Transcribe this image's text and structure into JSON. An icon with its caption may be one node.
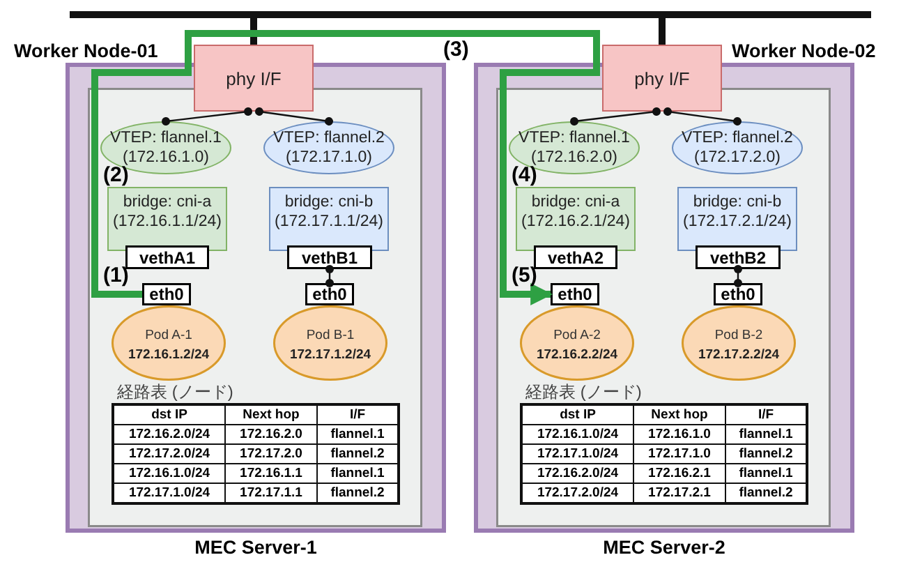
{
  "diagram": {
    "nodes": [
      {
        "text": [],
        "shape": "bar"
      },
      {
        "text": [
          "Worker Node-01",
          "MEC Server-1"
        ]
      },
      {
        "text": [],
        "shape": "box",
        "in": 1
      },
      {
        "text": [
          "phy I/F"
        ]
      },
      {
        "text": [
          "VTEP: flannel.1 (172.16.1.0)"
        ],
        "in": 2
      },
      {
        "text": [
          "VTEP: flannel.2 (172.17.1.0)"
        ],
        "in": 2
      },
      {
        "text": [
          "bridge: cni-a (172.16.1.1/24)"
        ],
        "in": 2
      },
      {
        "text": [
          "bridge: cni-b (172.17.1.1/24)"
        ],
        "in": 2
      },
      {
        "text": [
          "vethA1"
        ],
        "in": 2
      },
      {
        "text": [
          "vethB1"
        ],
        "in": 2
      },
      {
        "text": [
          "Pod A-1",
          "172.16.1.2/24"
        ],
        "in": 2
      },
      {
        "text": [
          "eth0"
        ],
        "in": 2
      },
      {
        "text": [
          "Pod B-1",
          "172.17.1.2/24"
        ],
        "in": 2
      },
      {
        "text": [
          "eth0"
        ],
        "in": 2
      },
      {
        "text": [
          "Worker Node-02",
          "MEC Server-2"
        ]
      },
      {
        "text": [],
        "shape": "box",
        "in": 14
      },
      {
        "text": [
          "phy I/F"
        ]
      },
      {
        "text": [
          "VTEP: flannel.1 (172.16.2.0)"
        ],
        "in": 15
      },
      {
        "text": [
          "VTEP: flannel.2 (172.17.2.0)"
        ],
        "in": 15
      },
      {
        "text": [
          "bridge: cni-a (172.16.2.1/24)"
        ],
        "in": 15
      },
      {
        "text": [
          "bridge: cni-b (172.17.2.1/24)"
        ],
        "in": 15
      },
      {
        "text": [
          "vethA2"
        ],
        "in": 15
      },
      {
        "text": [
          "vethB2"
        ],
        "in": 15
      },
      {
        "text": [
          "Pod A-2",
          "172.16.2.2/24"
        ],
        "in": 15
      },
      {
        "text": [
          "eth0"
        ],
        "in": 15
      },
      {
        "text": [
          "Pod B-2",
          "172.17.2.2/24"
        ],
        "in": 15
      },
      {
        "text": [
          "eth0"
        ],
        "in": 15
      }
    ],
    "edges": [
      {
        "from": 0,
        "to": 3,
        "arrow": "none",
        "style": "thick"
      },
      {
        "from": 0,
        "to": 16,
        "arrow": "none",
        "style": "thick"
      },
      {
        "from": 3,
        "to": 4,
        "arrow": "other"
      },
      {
        "from": 3,
        "to": 5,
        "arrow": "other"
      },
      {
        "from": 9,
        "to": 13,
        "arrow": "other"
      },
      {
        "from": 16,
        "to": 17,
        "arrow": "other"
      },
      {
        "from": 16,
        "to": 18,
        "arrow": "other"
      },
      {
        "from": 22,
        "to": 26,
        "arrow": "other"
      },
      {
        "from": 11,
        "to": 24,
        "arrow": "to",
        "style": "thick",
        "color": "#2ea043"
      }
    ],
    "labels": [
      "(3)",
      "(2)",
      "(1)",
      "経路表 (ノード)",
      "dst IP",
      "Next hop",
      "I/F",
      "172.16.2.0/24",
      "172.16.2.0",
      "flannel.1",
      "172.17.2.0/24",
      "172.17.2.0",
      "flannel.2",
      "172.16.1.0/24",
      "172.16.1.1",
      "flannel.1",
      "172.17.1.0/24",
      "172.17.1.1",
      "flannel.2",
      "(4)",
      "(5)",
      "経路表 (ノード)",
      "dst IP",
      "Next hop",
      "I/F",
      "172.16.1.0/24",
      "172.16.1.0",
      "flannel.1",
      "172.17.1.0/24",
      "172.17.1.0",
      "flannel.2",
      "172.16.2.0/24",
      "172.16.2.1",
      "flannel.1",
      "172.17.2.0/24",
      "172.17.2.1",
      "flannel.2"
    ]
  }
}
